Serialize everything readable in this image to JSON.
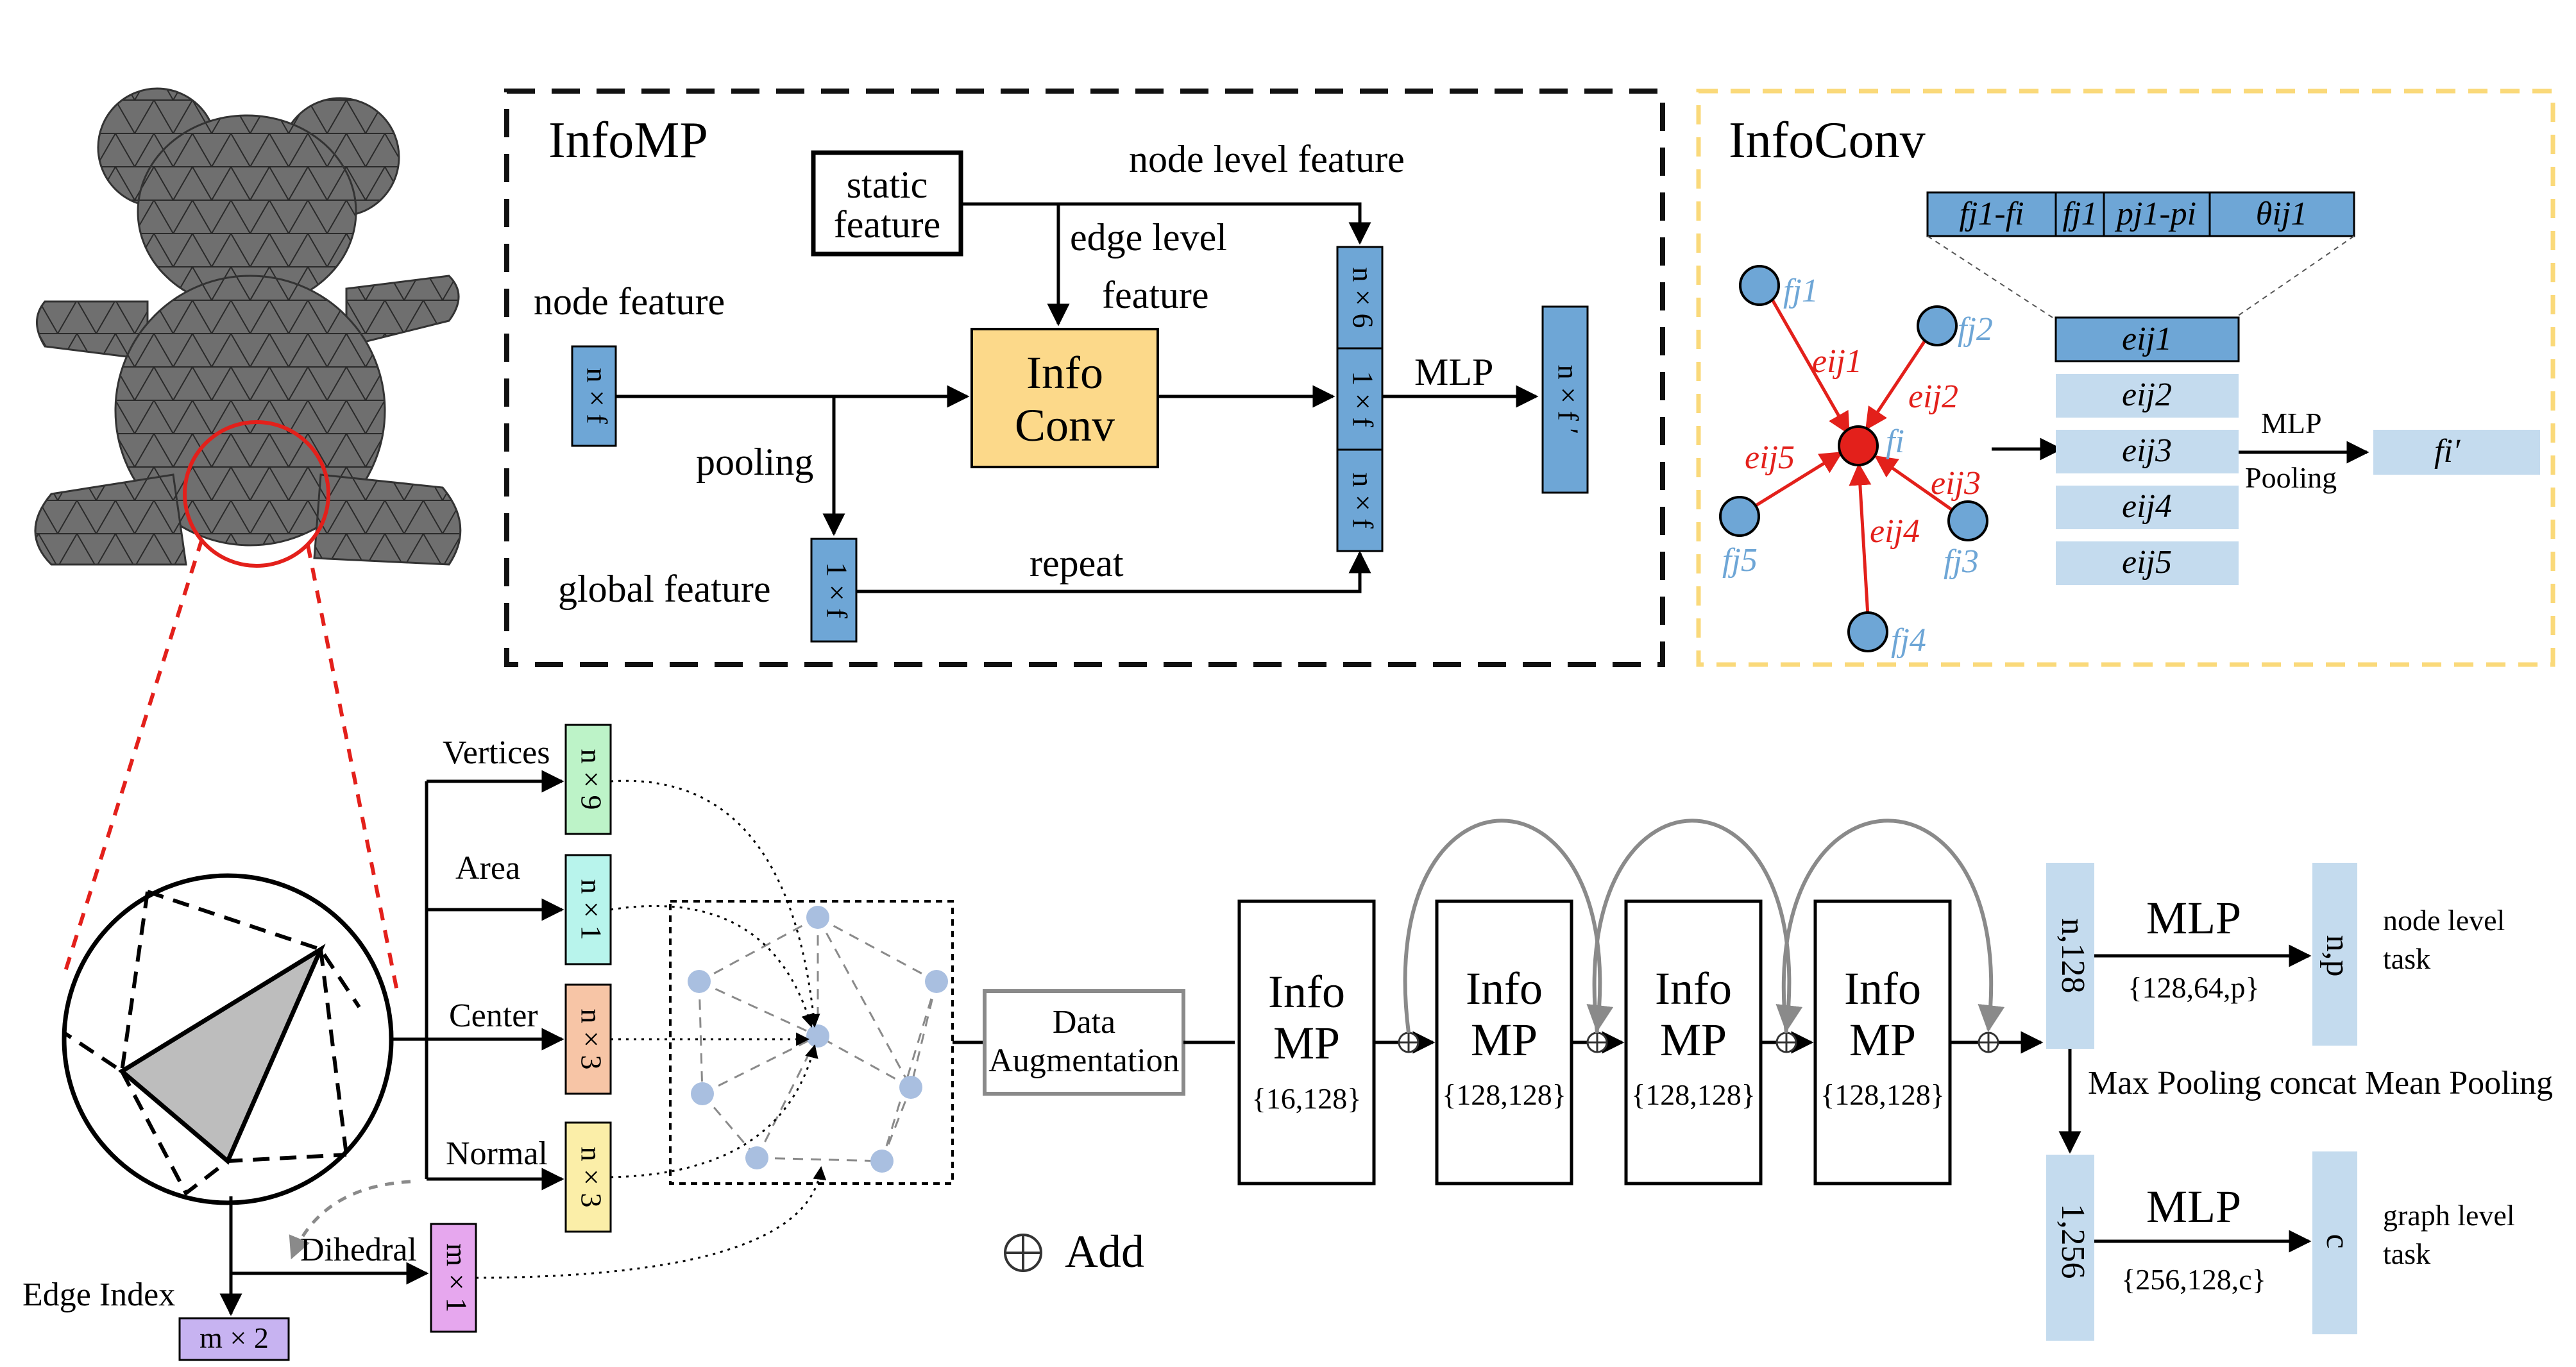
{
  "colors": {
    "blue": "#6ea6d6",
    "lightblue": "#c4dbee",
    "yellow": "#fcd98a",
    "red": "#e3201b",
    "green": "#bdf3c8",
    "cyan": "#b8f4ec",
    "salmon": "#f7c5a6",
    "cream": "#fbeea8",
    "purple": "#e6a7ee",
    "lavender": "#c7b3f1",
    "node": "#a9bfe0",
    "gray": "#999999",
    "dash_yellow": "#fad97a"
  },
  "infomp": {
    "title": "InfoMP",
    "static_line1": "static",
    "static_line2": "feature",
    "node_level_feature": "node level feature",
    "edge_level_line1": "edge level",
    "edge_level_line2": "feature",
    "node_feature": "node feature",
    "box_nf": "n × f",
    "info_line1": "Info",
    "info_line2": "Conv",
    "pooling": "pooling",
    "global_feature": "global feature",
    "box_1f": "1 × f",
    "repeat": "repeat",
    "stack_n6": "n × 6",
    "stack_1f": "1 × f",
    "stack_nf": "n × f",
    "mlp": "MLP",
    "box_out": "n × f ′"
  },
  "infoconv": {
    "title": "InfoConv",
    "seg1": "fj1-fi",
    "seg2": "fj1",
    "seg3": "pj1-pi",
    "seg4": "θij1",
    "center": "fi",
    "neighbors": [
      "fj1",
      "fj2",
      "fj3",
      "fj4",
      "fj5"
    ],
    "edge_labels": [
      "eij1",
      "eij2",
      "eij3",
      "eij4",
      "eij5"
    ],
    "stack": [
      "eij1",
      "eij2",
      "eij3",
      "eij4",
      "eij5"
    ],
    "mlp": "MLP",
    "pooling": "Pooling",
    "out": "fi′"
  },
  "pipeline": {
    "vertices": "Vertices",
    "area": "Area",
    "center": "Center",
    "normal": "Normal",
    "dihedral": "Dihedral",
    "edge_index": "Edge Index",
    "feat_vertices": "n × 9",
    "feat_area": "n × 1",
    "feat_center": "n × 3",
    "feat_normal": "n × 3",
    "feat_dihedral": "m × 1",
    "feat_edge": "m × 2",
    "aug_line1": "Data",
    "aug_line2": "Augmentation",
    "add": "Add",
    "blocks": [
      {
        "l1": "Info",
        "l2": "MP",
        "dims": "{16,128}"
      },
      {
        "l1": "Info",
        "l2": "MP",
        "dims": "{128,128}"
      },
      {
        "l1": "Info",
        "l2": "MP",
        "dims": "{128,128}"
      },
      {
        "l1": "Info",
        "l2": "MP",
        "dims": "{128,128}"
      }
    ],
    "n128": "n,128",
    "mlp_top": "MLP",
    "dims_top": "{128,64,p}",
    "np": "n,p",
    "node_task1": "node level",
    "node_task2": "task",
    "pooling_concat": "Max Pooling concat Mean Pooling",
    "n256": "1,256",
    "mlp_bottom": "MLP",
    "dims_bottom": "{256,128,c}",
    "c": "c",
    "graph_task1": "graph level",
    "graph_task2": "task"
  }
}
